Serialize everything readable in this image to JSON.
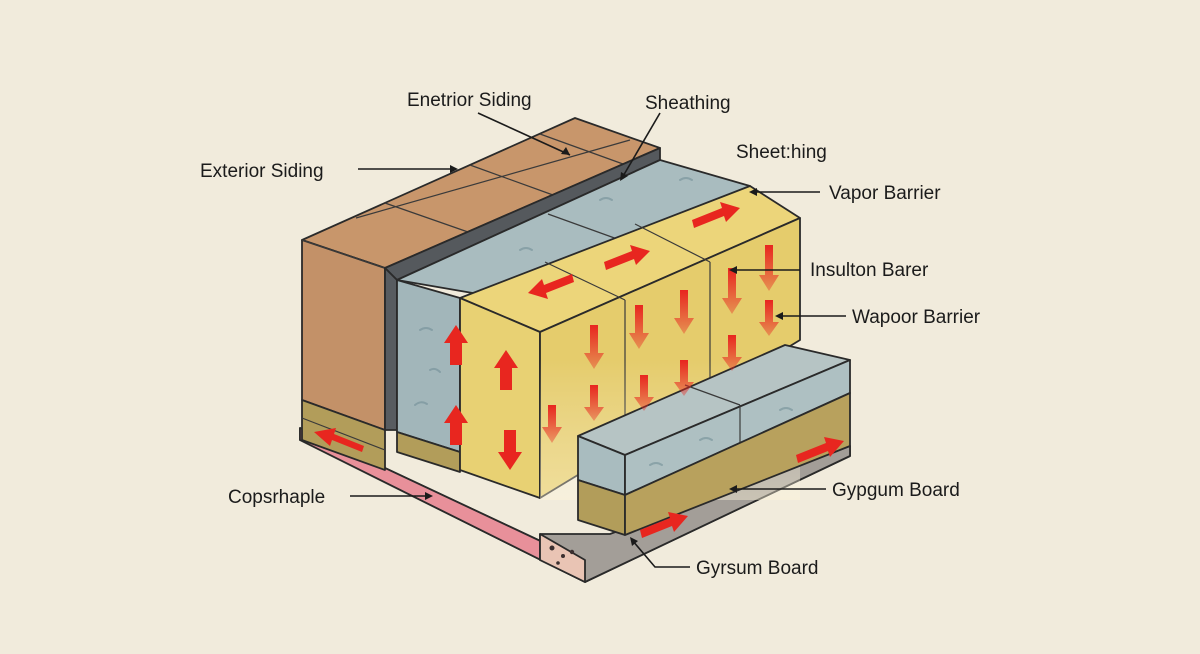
{
  "labels": {
    "top_siding": "Enetrior Siding",
    "left_siding": "Exterior Siding",
    "sheathing_1": "Sheathing",
    "sheathing_2": "Sheet:hing",
    "vapor_barrier": "Vapor Barrier",
    "insulation_barrier": "Insulton Barer",
    "wapoor_barrier": "Wapoor Barrier",
    "copsrhaple": "Copsrhaple",
    "gypgum_board": "Gypgum Board",
    "gyrsum_board": "Gyrsum Board"
  },
  "colors": {
    "background": "#f1ebdc",
    "siding": "#c8966b",
    "sheathing": "#a9bcbf",
    "insulation": "#ecd57a",
    "wood_strip": "#b29d5a",
    "pink_layer": "#e8909a",
    "concrete": "#8f8a85",
    "arrow": "#e8261f"
  }
}
